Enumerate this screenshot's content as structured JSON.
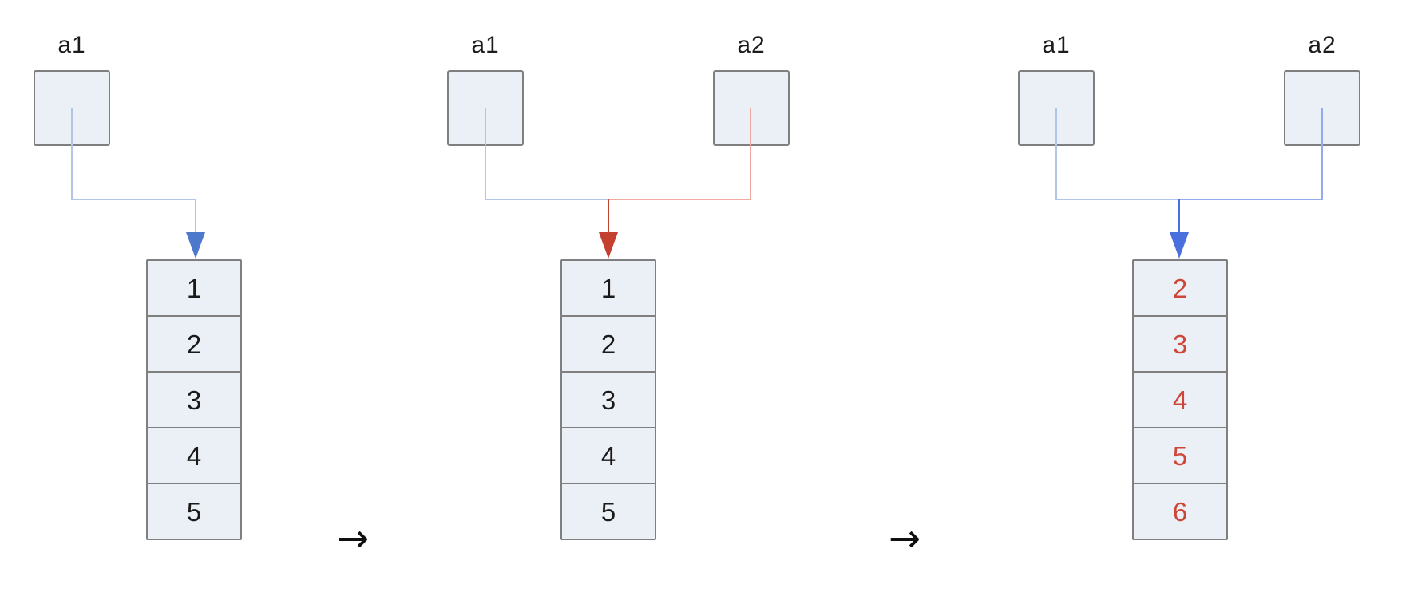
{
  "colors": {
    "box_fill": "#ebeff6",
    "box_border": "#7f7f7f",
    "light_blue": "#b1c5e9",
    "med_blue": "#93aaef",
    "arrow_blue": "#4d79cc",
    "arrow_blue_strong": "#4a70dd",
    "light_red": "#efa9a1",
    "arrow_red": "#c4402f",
    "red_text": "#cf4538",
    "dark_text": "#1a1a1a"
  },
  "transition_arrow": "→",
  "panels": [
    {
      "vars": [
        {
          "name": "a1"
        }
      ],
      "list": [
        "1",
        "2",
        "3",
        "4",
        "5"
      ]
    },
    {
      "vars": [
        {
          "name": "a1"
        },
        {
          "name": "a2"
        }
      ],
      "list": [
        "1",
        "2",
        "3",
        "4",
        "5"
      ]
    },
    {
      "vars": [
        {
          "name": "a1"
        },
        {
          "name": "a2"
        }
      ],
      "list": [
        "2",
        "3",
        "4",
        "5",
        "6"
      ]
    }
  ]
}
